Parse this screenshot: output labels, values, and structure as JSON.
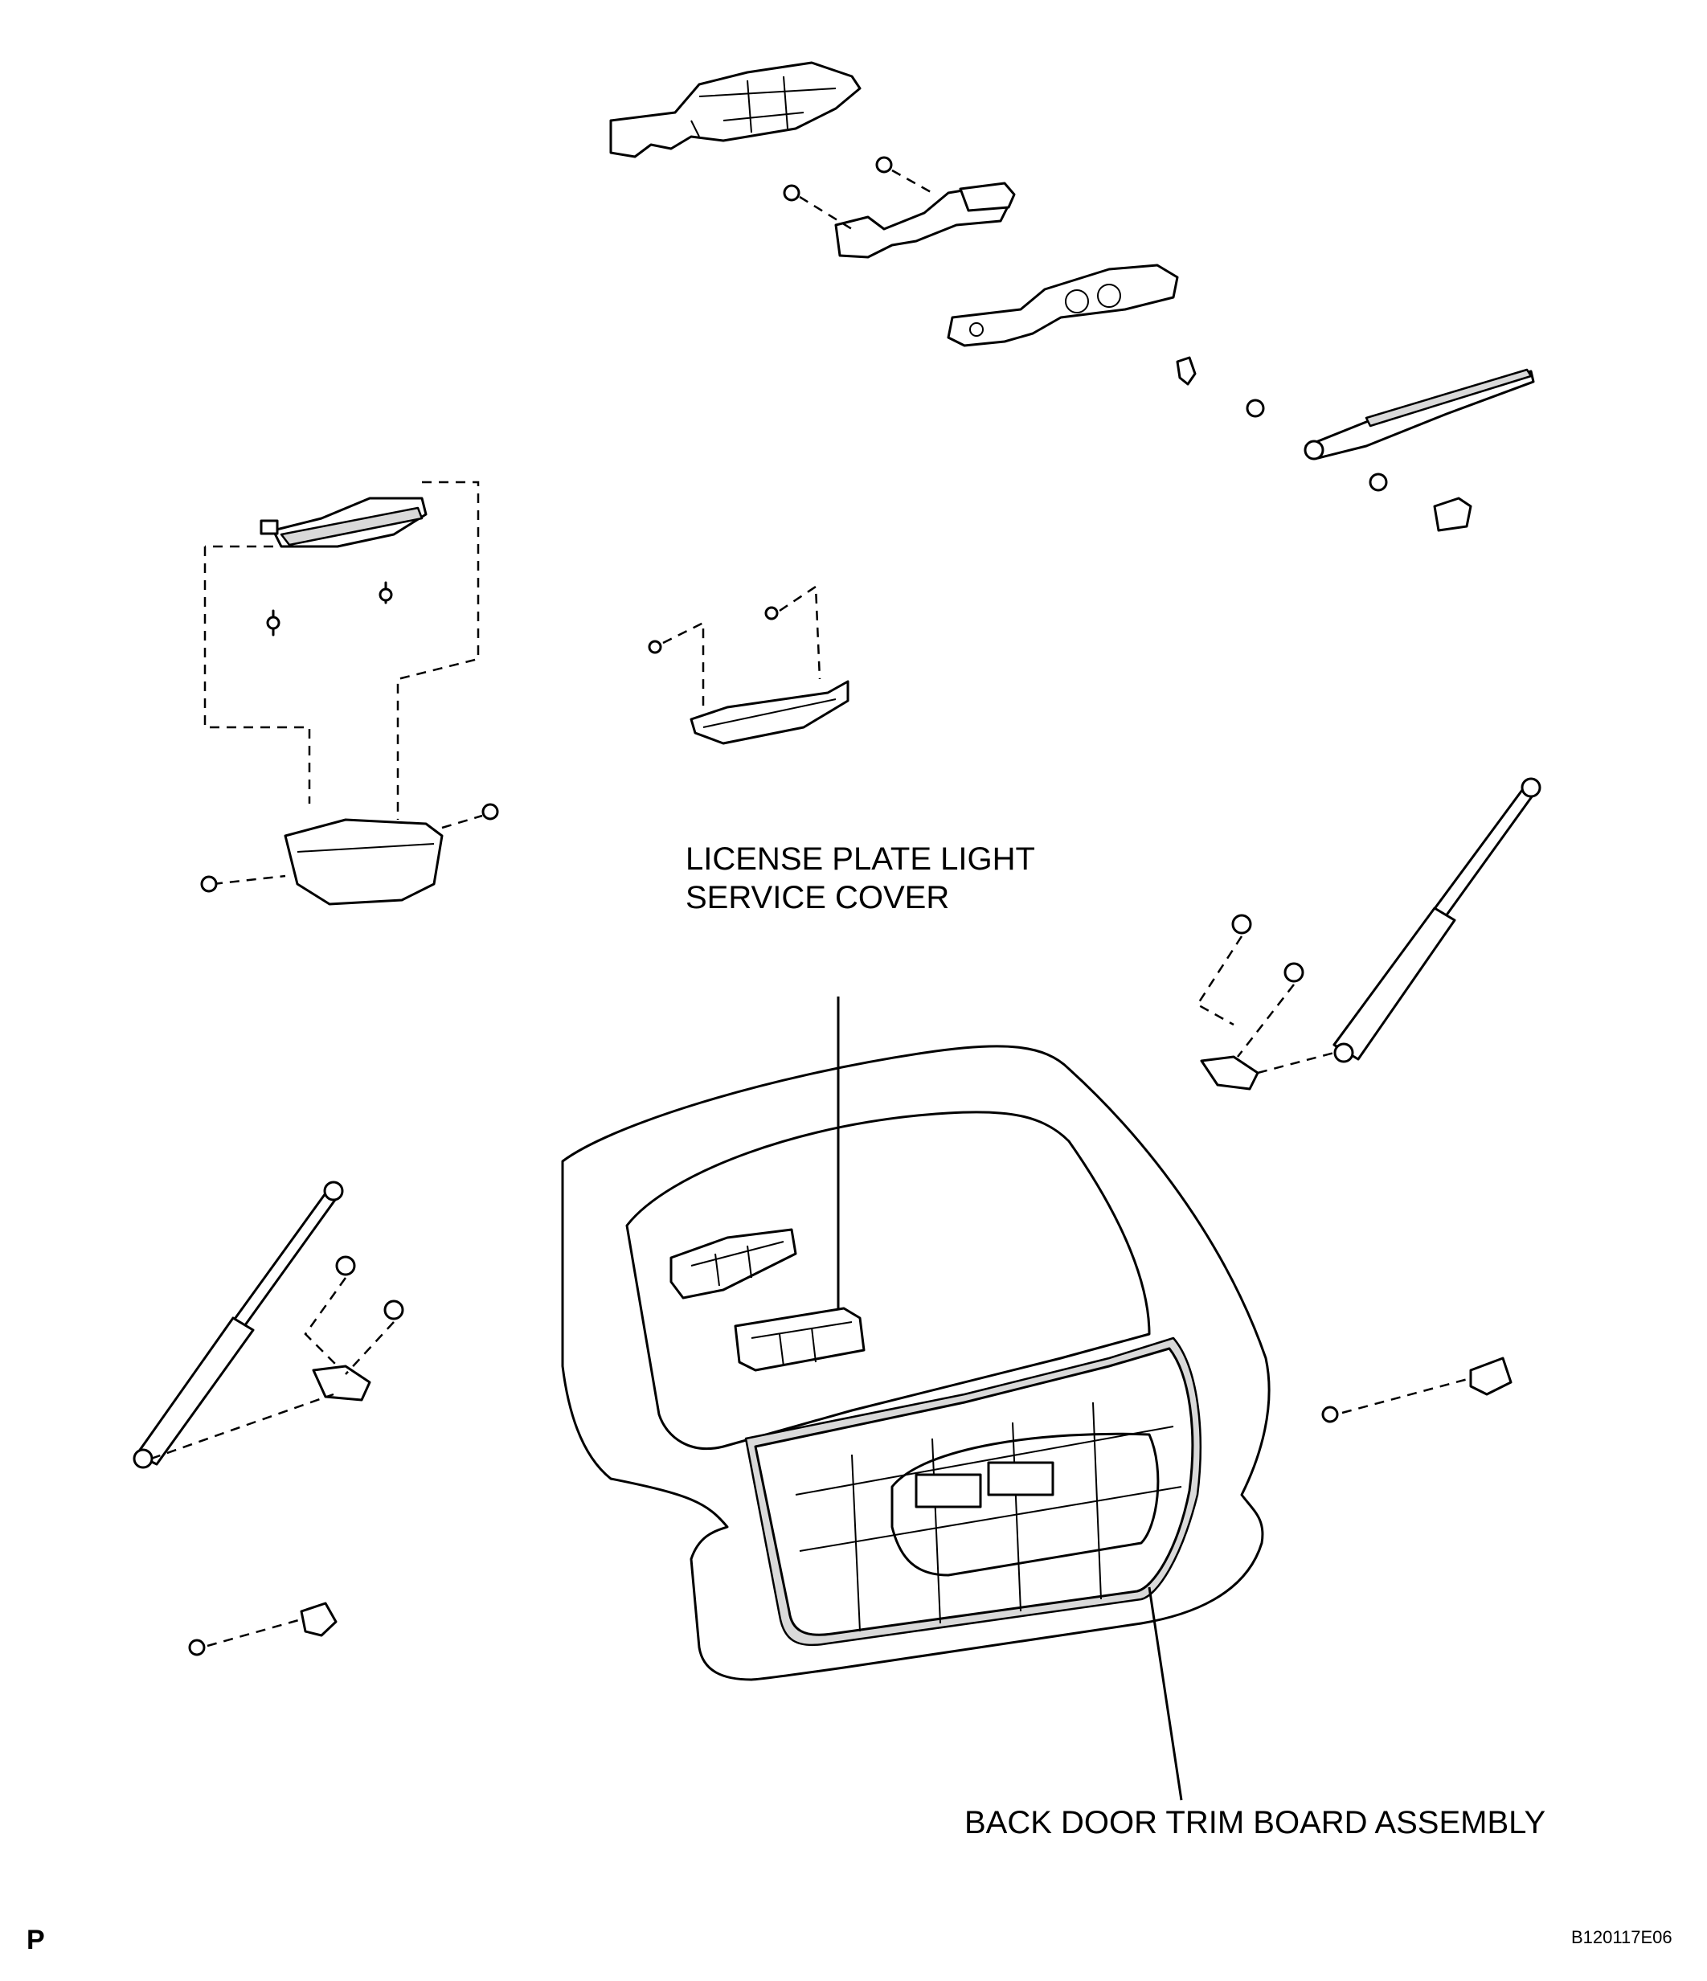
{
  "callouts": {
    "license_plate_cover_line1": "LICENSE PLATE LIGHT",
    "license_plate_cover_line2": "SERVICE COVER",
    "back_door_trim": "BACK DOOR TRIM BOARD ASSEMBLY"
  },
  "corner": {
    "page_letter": "P",
    "figure_code": "B120117E06"
  }
}
